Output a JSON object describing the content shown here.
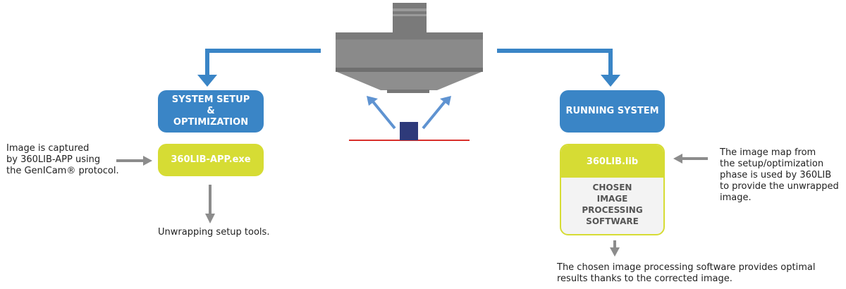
{
  "colors": {
    "blue": "#3a85c6",
    "yellow": "#d6dc34",
    "gray": "#8c8c8c",
    "red_line": "#d9302b",
    "object": "#2e3a7a"
  },
  "left_branch": {
    "box_title_lines": [
      "SYSTEM SETUP",
      "&",
      "OPTIMIZATION"
    ],
    "app_label": "360LIB-APP.exe",
    "input_note_lines": [
      "Image is captured",
      "by 360LIB-APP using",
      "the GenICam® protocol."
    ],
    "output_note": "Unwrapping setup tools."
  },
  "right_branch": {
    "box_title": "RUNNING SYSTEM",
    "lib_label": "360LIB.lib",
    "software_lines": [
      "CHOSEN",
      "IMAGE",
      "PROCESSING",
      "SOFTWARE"
    ],
    "input_note_lines": [
      "The image map from",
      "the setup/optimization",
      "phase is used by 360LIB",
      "to provide the unwrapped",
      "image."
    ],
    "output_note_lines": [
      "The chosen image processing software provides optimal",
      "results thanks to the corrected image."
    ]
  }
}
